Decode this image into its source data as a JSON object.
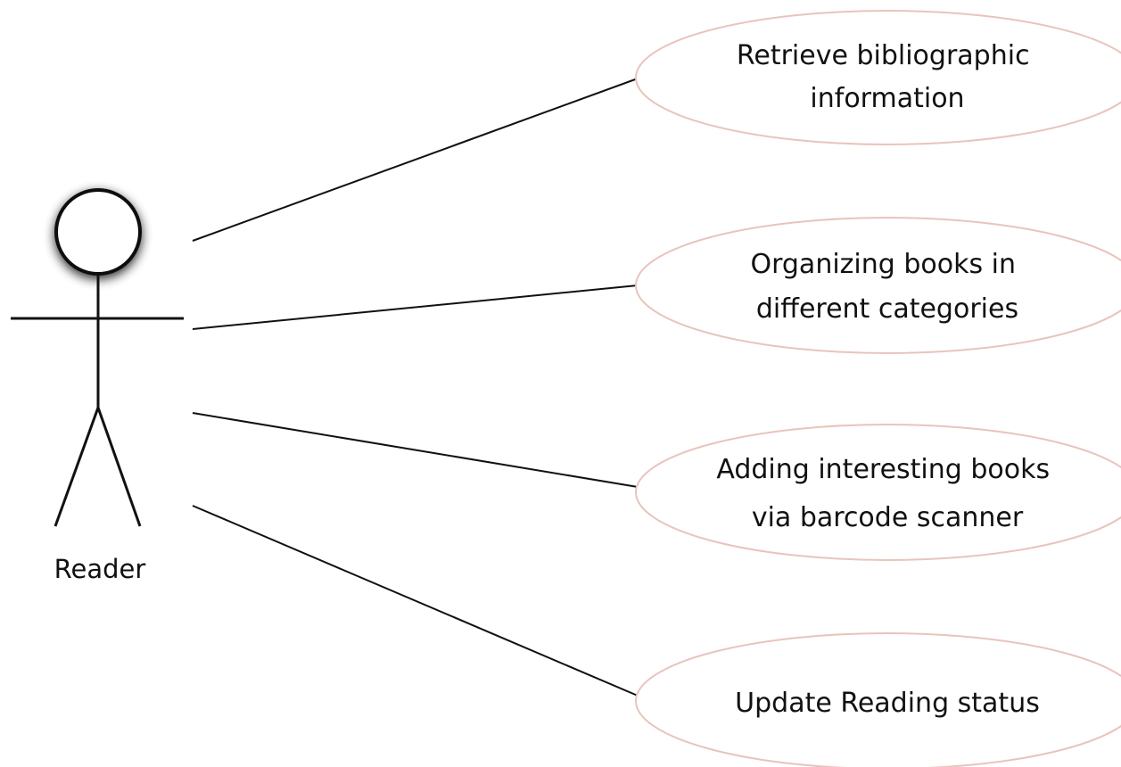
{
  "diagram": {
    "type": "use-case",
    "actor": {
      "name": "Reader",
      "icon": "stick-figure-icon"
    },
    "use_cases": [
      {
        "id": "uc1",
        "lines": [
          "Retrieve bibliographic",
          "information"
        ]
      },
      {
        "id": "uc2",
        "lines": [
          "Organizing books in",
          "different categories"
        ]
      },
      {
        "id": "uc3",
        "lines": [
          "Adding interesting books",
          "via barcode scanner"
        ]
      },
      {
        "id": "uc4",
        "lines": [
          "Update Reading status"
        ]
      }
    ],
    "associations": [
      {
        "from": "Reader",
        "to": "uc1"
      },
      {
        "from": "Reader",
        "to": "uc2"
      },
      {
        "from": "Reader",
        "to": "uc3"
      },
      {
        "from": "Reader",
        "to": "uc4"
      }
    ],
    "colors": {
      "ellipse_stroke": "#e8c4bd",
      "line": "#111111",
      "actor_stroke": "#111111",
      "background": "#ffffff"
    }
  }
}
